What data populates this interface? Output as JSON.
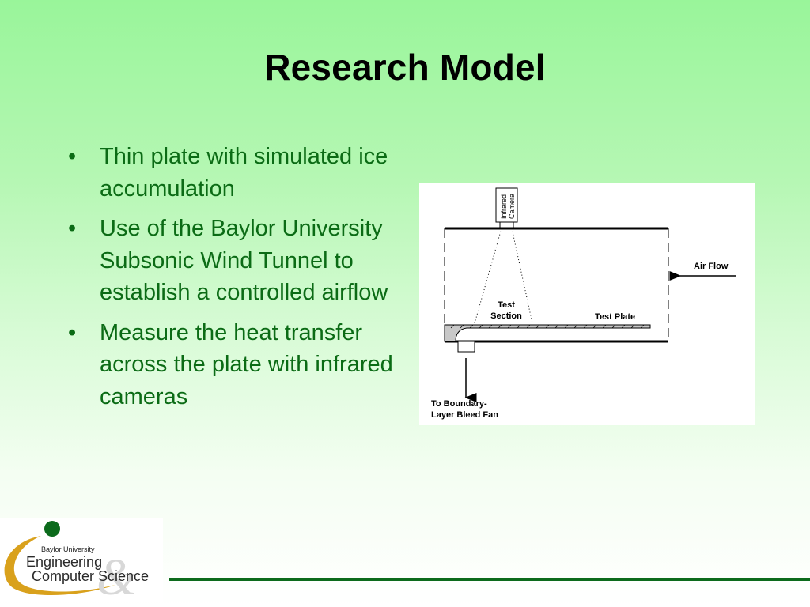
{
  "slide": {
    "title": "Research Model",
    "bullets": [
      "Thin plate with simulated ice accumulation",
      "Use of the Baylor University Subsonic Wind Tunnel to establish a controlled airflow",
      "Measure the heat transfer across the plate with infrared cameras"
    ],
    "bullet_glyph": "•"
  },
  "diagram": {
    "camera_label_line1": "Infrared",
    "camera_label_line2": "Camera",
    "air_flow_label": "Air Flow",
    "test_section_line1": "Test",
    "test_section_line2": "Section",
    "test_plate_label": "Test Plate",
    "bleed_line1": "To Boundary-",
    "bleed_line2": "Layer Bleed Fan"
  },
  "logo": {
    "university": "Baylor University",
    "line1": "Engineering",
    "line2": "Computer Science",
    "ampersand": "&"
  },
  "colors": {
    "bullet_text": "#0b6b15",
    "logo_green": "#0c6b1c",
    "logo_gold": "#d9a11c"
  }
}
